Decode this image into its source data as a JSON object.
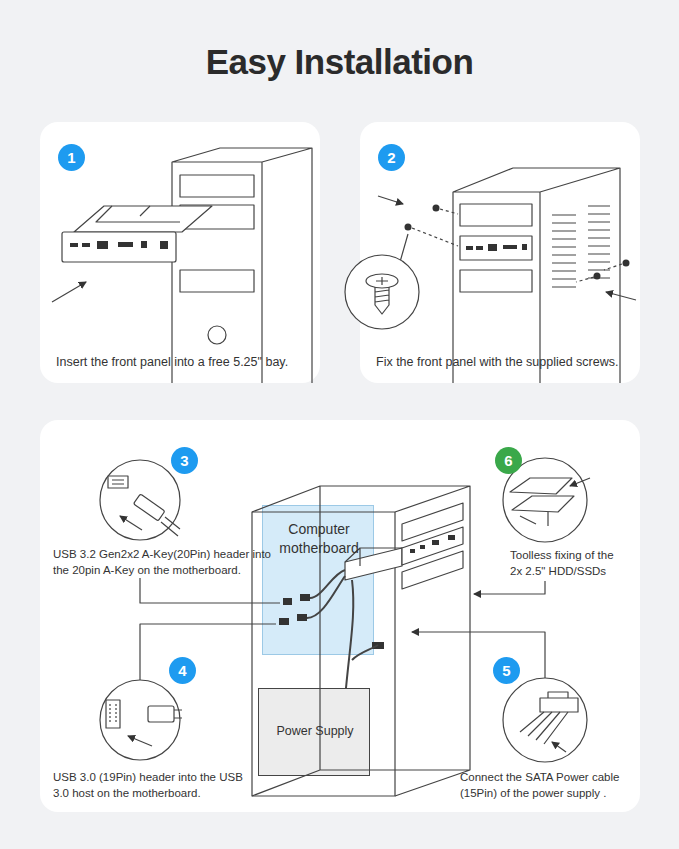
{
  "diagram": {
    "title": "Easy Installation",
    "nodes": [
      {
        "text": [
          "Insert the front panel into a free 5.25\" bay."
        ]
      },
      {
        "text": [
          "1"
        ],
        "in": 0
      },
      {
        "text": [
          "Fix the front panel with the supplied screws."
        ]
      },
      {
        "text": [
          "2"
        ],
        "in": 2
      },
      {
        "text": [
          "USB 3.2 Gen2x2 A-Key(20Pin) header into the 20pin A-Key on the motherboard.",
          "Toolless fixing of the 2x 2.5\" HDD/SSDs",
          "USB 3.0 (19Pin) header into the USB 3.0 host on the motherboard.",
          "Connect the SATA Power cable (15Pin) of the power supply ."
        ]
      },
      {
        "text": [
          "3"
        ],
        "in": 4
      },
      {
        "text": [
          "6"
        ],
        "in": 4
      },
      {
        "text": [
          "Computer motherboard"
        ],
        "in": 4
      },
      {
        "text": [
          "4"
        ],
        "in": 4
      },
      {
        "text": [
          "5"
        ],
        "in": 4
      },
      {
        "text": [
          "Power Supply"
        ],
        "in": 4
      }
    ]
  }
}
